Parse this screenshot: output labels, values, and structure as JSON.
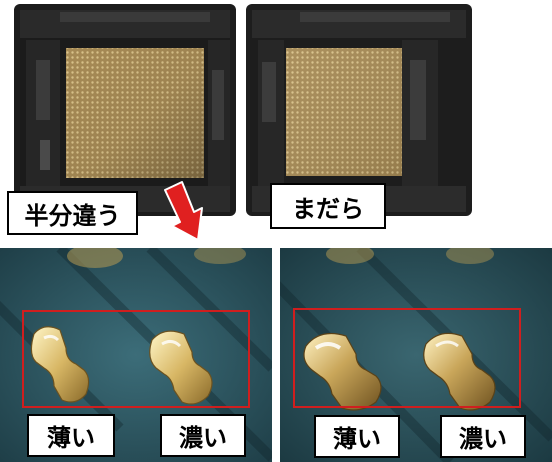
{
  "labels": {
    "top_left": "半分違う",
    "top_right": "まだら",
    "bottom_left_thin": "薄い",
    "bottom_left_thick": "濃い",
    "bottom_right_thin": "薄い",
    "bottom_right_thick": "濃い"
  },
  "colors": {
    "annotation_box": "#d01e1e",
    "arrow": "#e02020"
  }
}
